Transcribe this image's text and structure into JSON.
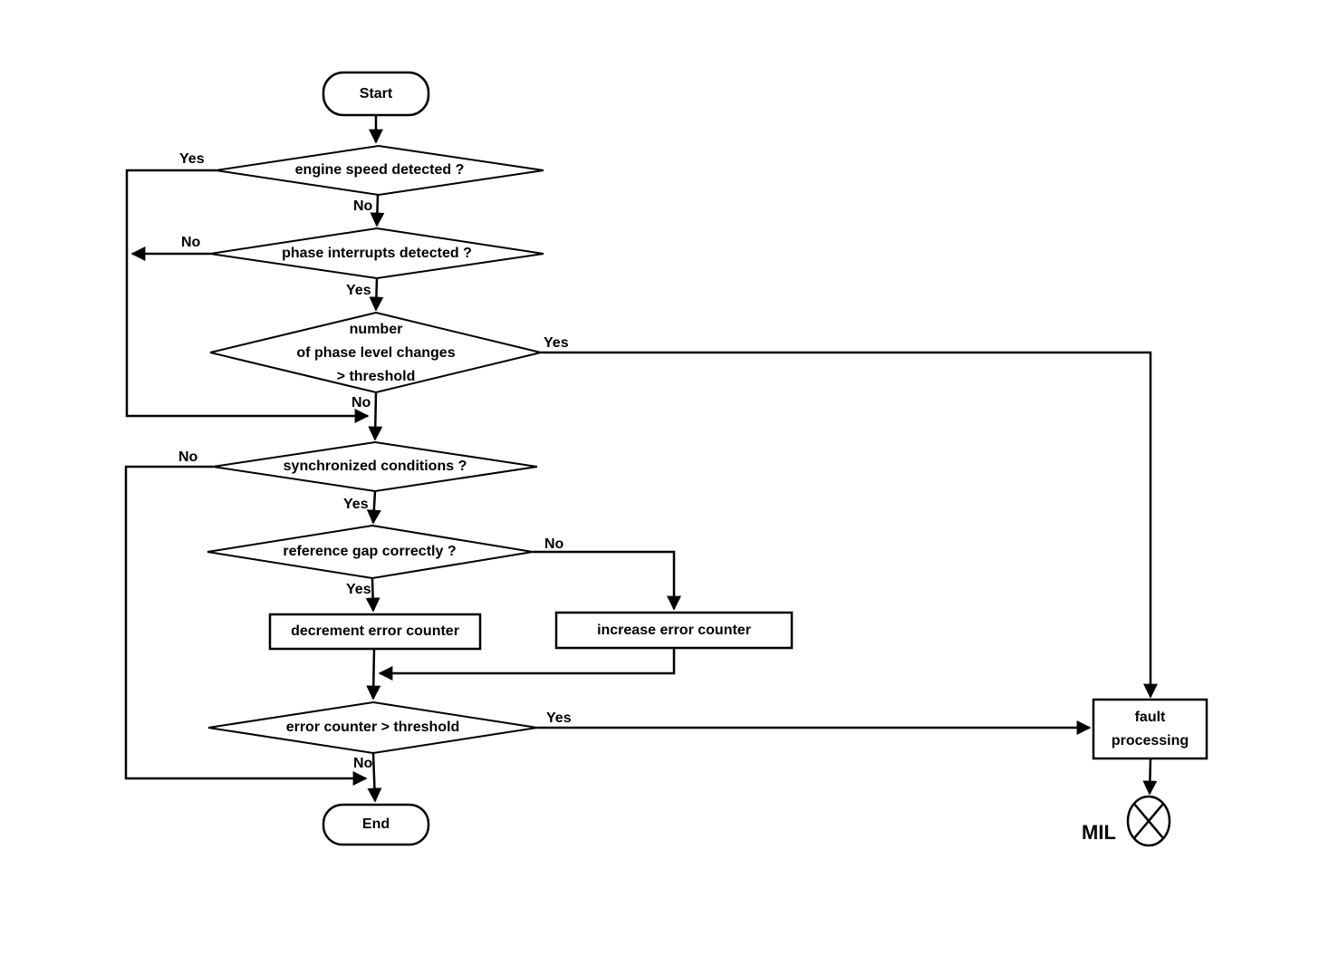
{
  "flowchart": {
    "nodes": {
      "start": "Start",
      "engine_speed": "engine speed detected ?",
      "phase_interrupts": "phase interrupts detected ?",
      "phase_level_changes": "number\nof phase level changes\n> threshold",
      "synchronized": "synchronized conditions ?",
      "reference_gap": "reference gap correctly ?",
      "decrement": "decrement error counter",
      "increase": "increase error counter",
      "error_counter": "error counter > threshold",
      "fault_processing": "fault\nprocessing",
      "end": "End",
      "mil": "MIL"
    },
    "edge_labels": {
      "engine_speed_yes": "Yes",
      "engine_speed_no": "No",
      "phase_interrupts_no": "No",
      "phase_interrupts_yes": "Yes",
      "phase_level_yes": "Yes",
      "phase_level_no": "No",
      "synchronized_no": "No",
      "synchronized_yes": "Yes",
      "reference_gap_no": "No",
      "reference_gap_yes": "Yes",
      "error_counter_yes": "Yes",
      "error_counter_no": "No"
    },
    "colors": {
      "line": "#000000",
      "background": "#ffffff"
    }
  }
}
